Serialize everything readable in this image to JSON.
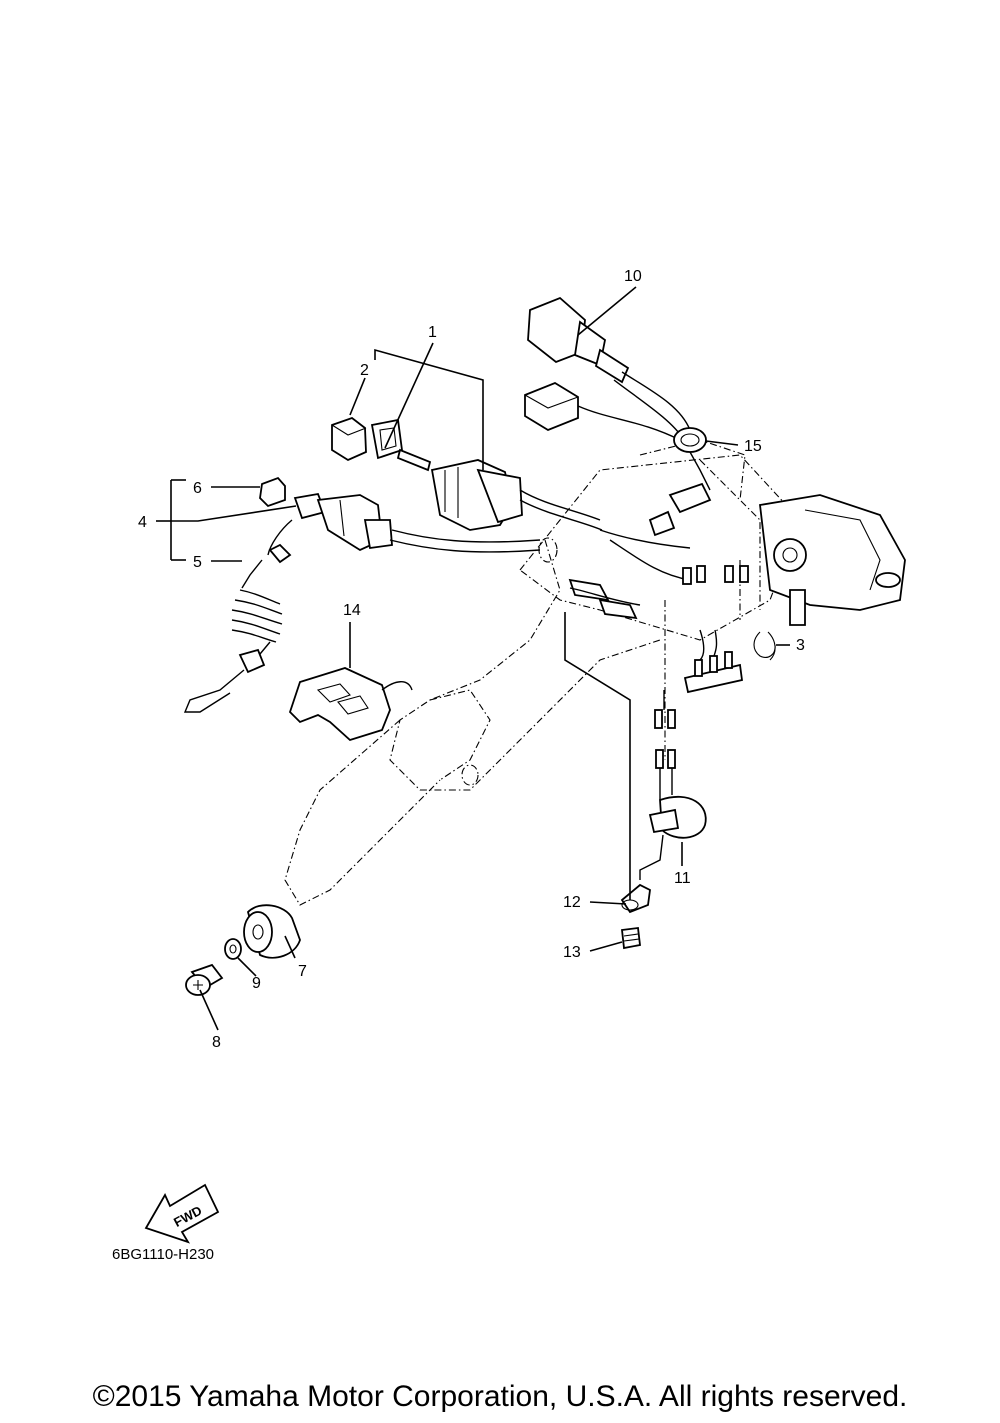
{
  "callouts": {
    "c1": "1",
    "c2": "2",
    "c3": "3",
    "c4": "4",
    "c5": "5",
    "c6": "6",
    "c7": "7",
    "c8": "8",
    "c9": "9",
    "c10": "10",
    "c11": "11",
    "c12": "12",
    "c13": "13",
    "c14": "14",
    "c15": "15"
  },
  "fwd_label": "FWD",
  "diagram_code": "6BG1110-H230",
  "copyright": "©2015 Yamaha Motor Corporation, U.S.A. All rights reserved."
}
